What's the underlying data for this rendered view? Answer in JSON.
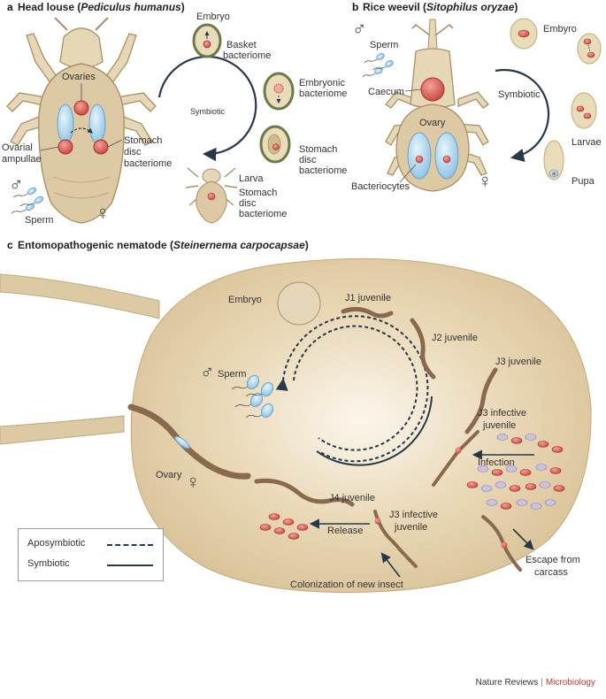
{
  "panels": {
    "a": {
      "letter": "a",
      "title": "Head louse (",
      "species": "Pediculus humanus",
      "close": ")",
      "labels": {
        "embryo": "Embryo",
        "basket1": "Basket",
        "basket2": "bacteriome",
        "ovaries": "Ovaries",
        "embryonic1": "Embryonic",
        "embryonic2": "bacteriome",
        "symbiotic": "Symbiotic",
        "ovarial1": "Ovarial",
        "ovarial2": "ampullae",
        "stomach1": "Stomach",
        "stomach2": "disc",
        "stomach3": "bacteriome",
        "stomachr1": "Stomach",
        "stomachr2": "disc",
        "stomachr3": "bacteriome",
        "larva": "Larva",
        "stomachl1": "Stomach",
        "stomachl2": "disc",
        "stomachl3": "bacteriome",
        "sperm": "Sperm",
        "male": "♂",
        "female": "♀"
      }
    },
    "b": {
      "letter": "b",
      "title": "Rice weevil (",
      "species": "Sitophilus oryzae",
      "close": ")",
      "labels": {
        "sperm": "Sperm",
        "male": "♂",
        "embryo": "Embyro",
        "caecum": "Caecum",
        "symbiotic": "Symbiotic",
        "ovary": "Ovary",
        "larvae": "Larvae",
        "bacteriocytes": "Bacteriocytes",
        "female": "♀",
        "pupa": "Pupa"
      }
    },
    "c": {
      "letter": "c",
      "title": "Entomopathogenic nematode (",
      "species": "Steinernema carpocapsae",
      "close": ")",
      "labels": {
        "embryo": "Embryo",
        "j1": "J1 juvenile",
        "j2": "J2 juvenile",
        "male": "♂",
        "sperm": "Sperm",
        "j3": "J3 juvenile",
        "j3inf1": "J3 infective",
        "j3inf2": "juvenile",
        "infection": "Infection",
        "ovary": "Ovary",
        "female": "♀",
        "j4": "J4 juvenile",
        "j3inf3": "J3 infective",
        "j3inf4": "juvenile",
        "release": "Release",
        "colonization": "Colonization of new insect",
        "escape1": "Escape from",
        "escape2": "carcass"
      }
    }
  },
  "legend": {
    "aposymbiotic": "Aposymbiotic",
    "symbiotic": "Symbiotic"
  },
  "credit": {
    "journal": "Nature Reviews",
    "separator": "|",
    "section": "Microbiology"
  },
  "colors": {
    "body_tan": "#ddc9a3",
    "body_outline": "#a89068",
    "bacteriome_red": "#d9534f",
    "ovary_blue": "#a9d3ec",
    "cycle_line": "#26384a",
    "capsule_green": "#6b7a4a",
    "nematode_brown": "#8a6a4e"
  }
}
